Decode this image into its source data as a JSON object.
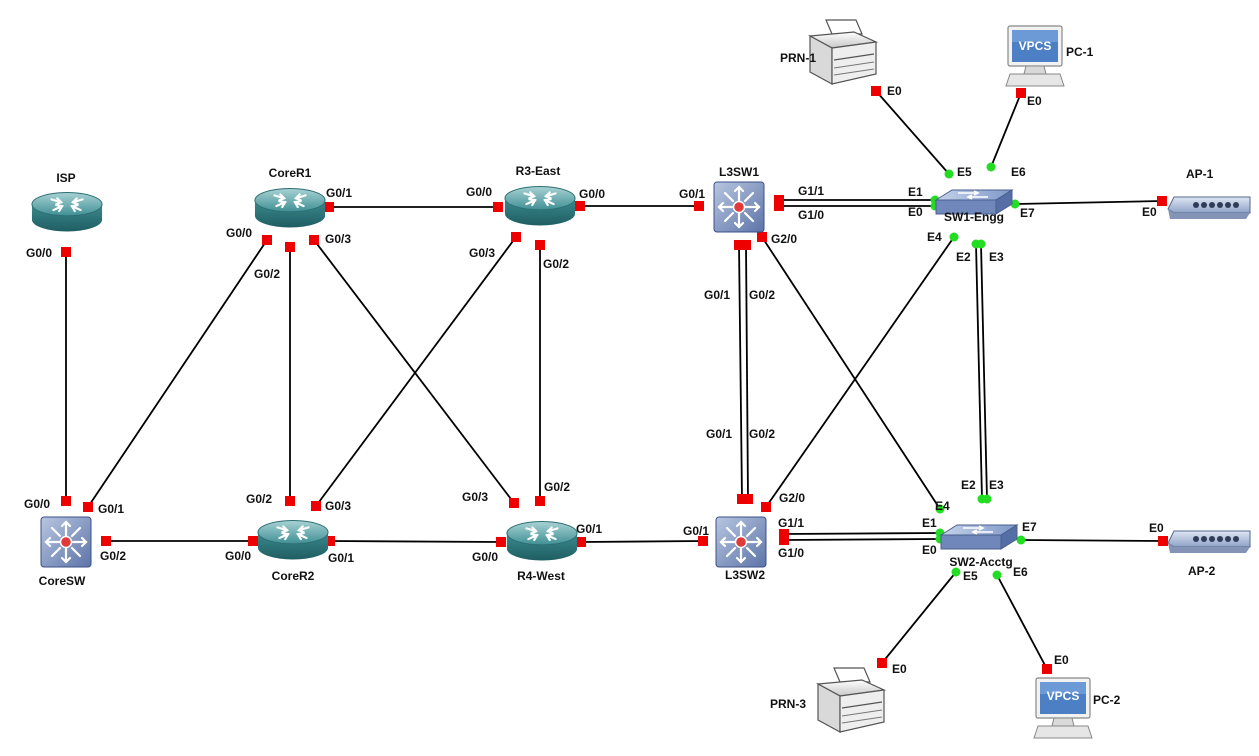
{
  "devices": {
    "isp": "ISP",
    "corer1": "CoreR1",
    "r3east": "R3-East",
    "l3sw1": "L3SW1",
    "prn1": "PRN-1",
    "pc1": "PC-1",
    "sw1": "SW1-Engg",
    "ap1": "AP-1",
    "coresw": "CoreSW",
    "corer2": "CoreR2",
    "r4west": "R4-West",
    "l3sw2": "L3SW2",
    "sw2": "SW2-Acctg",
    "ap2": "AP-2",
    "prn3": "PRN-3",
    "pc2": "PC-2"
  },
  "vpcs_text": "VPCS",
  "port_labels": {
    "isp_g00": "G0/0",
    "coresw_g00": "G0/0",
    "coresw_g01": "G0/1",
    "coresw_g02": "G0/2",
    "corer1_g01": "G0/1",
    "corer1_g00": "G0/0",
    "corer1_g03": "G0/3",
    "corer1_g02": "G0/2",
    "r3_g00a": "G0/0",
    "r3_g00b": "G0/0",
    "r3_g03": "G0/3",
    "r3_g02": "G0/2",
    "l3sw1_g01": "G0/1",
    "l3sw1_g11": "G1/1",
    "l3sw1_g10": "G1/0",
    "l3sw1_g20": "G2/0",
    "l3sw1_g01b": "G0/1",
    "l3sw1_g02": "G0/2",
    "sw1_e1": "E1",
    "sw1_e0": "E0",
    "sw1_e5": "E5",
    "sw1_e6": "E6",
    "sw1_e7": "E7",
    "sw1_e4": "E4",
    "sw1_e2": "E2",
    "sw1_e3": "E3",
    "prn1_e0": "E0",
    "pc1_e0": "E0",
    "ap1_e0": "E0",
    "corer2_g02": "G0/2",
    "corer2_g03": "G0/3",
    "corer2_g00": "G0/0",
    "corer2_g01": "G0/1",
    "r4_g03": "G0/3",
    "r4_g02": "G0/2",
    "r4_g01": "G0/1",
    "r4_g00": "G0/0",
    "l3sw2_g01": "G0/1",
    "l3sw2_g02": "G0/2",
    "l3sw2_g20": "G2/0",
    "l3sw2_g01b": "G0/1",
    "l3sw2_g11": "G1/1",
    "l3sw2_g10": "G1/0",
    "sw2_e2": "E2",
    "sw2_e3": "E3",
    "sw2_e4": "E4",
    "sw2_e1": "E1",
    "sw2_e0": "E0",
    "sw2_e7": "E7",
    "sw2_e5": "E5",
    "sw2_e6": "E6",
    "ap2_e0": "E0",
    "prn3_e0": "E0",
    "pc2_e0": "E0"
  },
  "colors": {
    "port_down": "#ee0000",
    "port_up": "#22dd22",
    "router": "#3d8f93",
    "switch_body": "#7d95c4",
    "link": "#000000"
  }
}
